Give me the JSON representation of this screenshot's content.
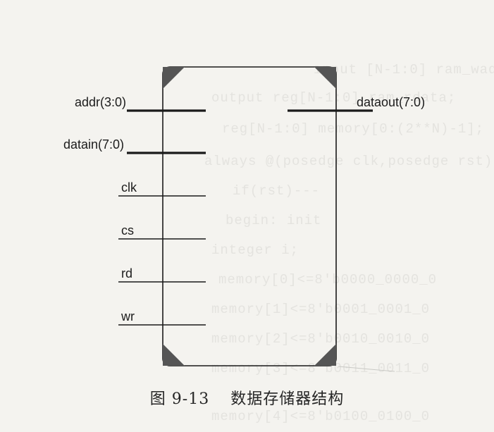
{
  "figure": {
    "caption_number": "图 9-13",
    "caption_title": "数据存储器结构"
  },
  "block": {
    "inputs": [
      {
        "label": "addr(3:0)",
        "bus": true
      },
      {
        "label": "datain(7:0)",
        "bus": true
      },
      {
        "label": "clk",
        "bus": false
      },
      {
        "label": "cs",
        "bus": false
      },
      {
        "label": "rd",
        "bus": false
      },
      {
        "label": "wr",
        "bus": false
      }
    ],
    "outputs": [
      {
        "label": "dataout(7:0)",
        "bus": true
      }
    ]
  },
  "colors": {
    "line": "#1a1a1a",
    "corner_fill": "#555555",
    "background": "#f4f3ef"
  }
}
